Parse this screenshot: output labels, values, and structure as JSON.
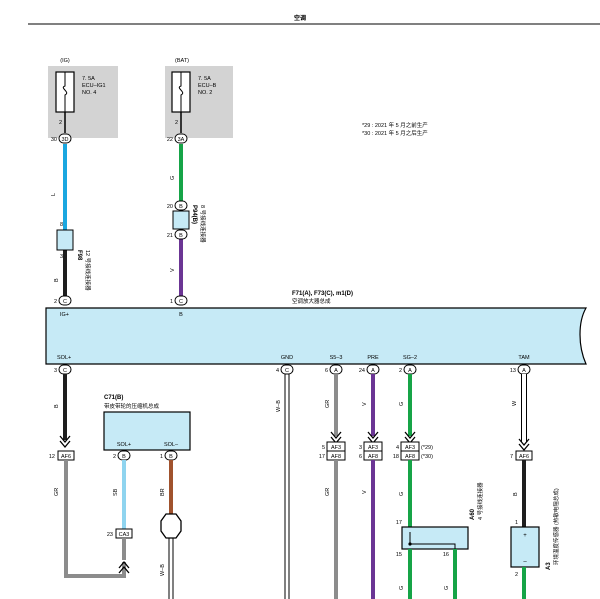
{
  "header": {
    "title": "空调"
  },
  "notes": {
    "n29": "*29 : 2021 年 5 月之前生产",
    "n30": "*30 : 2021 年 5 月之后生产"
  },
  "fuse_ig": {
    "source": "(IG)",
    "rating": "7. 5A",
    "name": "ECU–IG1",
    "number": "NO. 4",
    "pin_in": "2",
    "pin_out": "30",
    "connector": "3D"
  },
  "fuse_bat": {
    "source": "(BAT)",
    "rating": "7. 5A",
    "name": "ECU–B",
    "number": "NO. 2",
    "pin_in": "2",
    "pin_out": "22",
    "connector": "3A"
  },
  "wire_colors": {
    "l": "L",
    "b1": "B",
    "g1": "G",
    "v1": "V",
    "b2": "B",
    "gr1": "GR",
    "sb": "SB",
    "br": "BR",
    "wb1": "W–B",
    "wb2": "W–B",
    "gr2": "GR",
    "gr3": "GR",
    "v2": "V",
    "v3": "V",
    "g2": "G",
    "g3": "G",
    "g4": "G",
    "w": "W",
    "b3": "B"
  },
  "f98": {
    "id": "F98",
    "desc": "12 号接线连接器",
    "pin_top": "8",
    "pin_bot": "3"
  },
  "p94": {
    "id": "P94(B)",
    "desc": "8 号接线连接器",
    "pin_top": "20",
    "pin_bot": "21",
    "conn": "B"
  },
  "amp": {
    "id": "F71(A), F73(C), m1(D)",
    "desc": "空调放大器总成",
    "top_pins": [
      {
        "num": "2",
        "conn": "C",
        "label": "IG+"
      },
      {
        "num": "1",
        "conn": "C",
        "label": "B"
      }
    ],
    "bottom_pins": [
      {
        "num": "3",
        "conn": "C",
        "label": "SOL+"
      },
      {
        "num": "4",
        "conn": "C",
        "label": "GND"
      },
      {
        "num": "6",
        "conn": "A",
        "label": "S5–3"
      },
      {
        "num": "24",
        "conn": "A",
        "label": "PRE"
      },
      {
        "num": "2",
        "conn": "A",
        "label": "SG–2"
      },
      {
        "num": "13",
        "conn": "A",
        "label": "TAM"
      }
    ]
  },
  "compressor": {
    "id": "C71(B)",
    "desc": "带皮带轮的压缩机总成",
    "pin_pos": "SOL+",
    "pin_neg": "SOL–",
    "pin_pos_num": "2",
    "pin_pos_conn": "B",
    "pin_neg_num": "1",
    "pin_neg_conn": "B"
  },
  "connectors": {
    "af6_sol": {
      "num": "12",
      "name": "AF6"
    },
    "ca3": {
      "num": "23",
      "name": "CA3"
    },
    "af3_s5": {
      "num": "5",
      "name": "AF3"
    },
    "af8_s5": {
      "num": "17",
      "name": "AF8"
    },
    "af3_pre": {
      "num": "3",
      "name": "AF3"
    },
    "af8_pre": {
      "num": "6",
      "name": "AF8"
    },
    "af3_sg": {
      "num": "4",
      "name": "AF3",
      "note": "(*29)"
    },
    "af8_sg": {
      "num": "18",
      "name": "AF8",
      "note": "(*30)"
    },
    "af6_tam": {
      "num": "7",
      "name": "AF6"
    }
  },
  "a60": {
    "id": "A60",
    "desc": "4 号接线连接器",
    "pin_top": "17",
    "pin_left": "15",
    "pin_right": "16"
  },
  "a3": {
    "id": "A3",
    "desc": "环境温度传感器 (热敏电阻总成)",
    "pin_top": "1",
    "pin_bot": "2",
    "plus": "+",
    "minus": "–"
  },
  "colors": {
    "blue": "#1aa7e0",
    "green": "#16a447",
    "purple": "#6b3594",
    "gray": "#8c8c8c",
    "lightblue": "#8fd4ef",
    "brown": "#a0522d",
    "amp_fill": "#c6eaf6",
    "fuse_bg": "#d3d3d3"
  }
}
